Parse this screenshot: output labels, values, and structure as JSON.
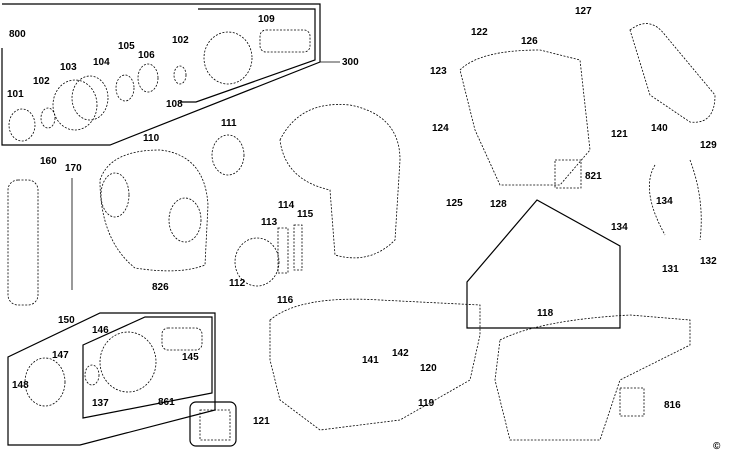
{
  "labels": [
    "800",
    "104",
    "105",
    "106",
    "102",
    "109",
    "300",
    "103",
    "102",
    "101",
    "108",
    "110",
    "111",
    "160",
    "170",
    "826",
    "112",
    "113",
    "114",
    "115",
    "116",
    "122",
    "126",
    "127",
    "123",
    "124",
    "121",
    "140",
    "129",
    "821",
    "125",
    "128",
    "134",
    "134",
    "131",
    "132",
    "118",
    "150",
    "146",
    "147",
    "145",
    "148",
    "137",
    "861",
    "121",
    "141",
    "142",
    "120",
    "119",
    "816",
    "©"
  ]
}
